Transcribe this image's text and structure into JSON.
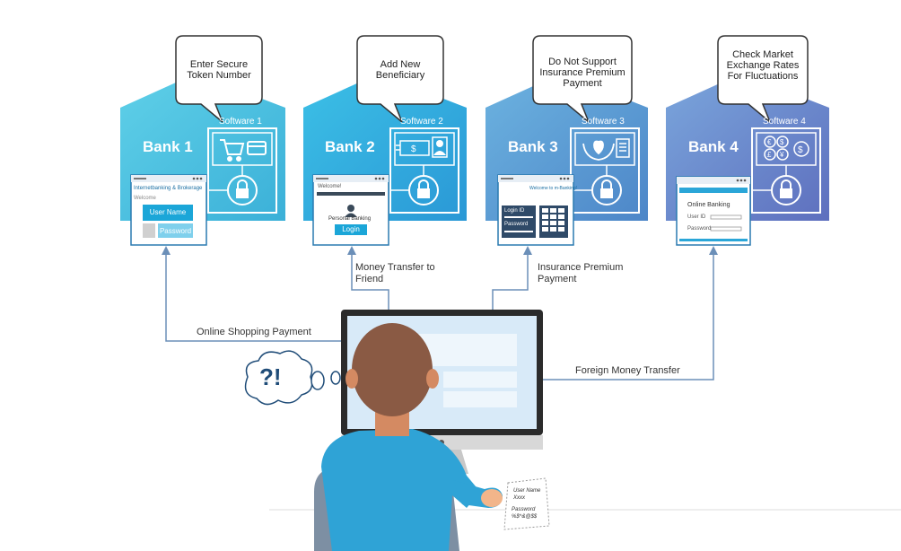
{
  "banks": [
    {
      "name": "Bank 1",
      "software": "Software 1",
      "bubble": "Enter Secure Token Number",
      "color": "#5cc4e0"
    },
    {
      "name": "Bank 2",
      "software": "Software 2",
      "bubble": "Add New Beneficiary",
      "color": "#3aaee0"
    },
    {
      "name": "Bank 3",
      "software": "Software 3",
      "bubble": "Do Not Support Insurance Premium Payment",
      "color": "#5ea1d4"
    },
    {
      "name": "Bank 4",
      "software": "Software 4",
      "bubble": "Check Market Exchange Rates For Fluctuations",
      "color": "#6f8fd0"
    }
  ],
  "login_screens": {
    "bank1": {
      "title": "Internetbanking & Brokerage",
      "welcome": "Welcome",
      "user": "User Name",
      "password": "Password"
    },
    "bank2": {
      "welcome": "Welcome!",
      "title": "Personal Banking",
      "button": "Login"
    },
    "bank3": {
      "welcome": "Welcome to m-Banking!",
      "login_id": "Login ID",
      "password": "Password"
    },
    "bank4": {
      "title": "Online Banking",
      "user": "User ID",
      "password": "Password"
    }
  },
  "connections": {
    "c1": "Online Shopping Payment",
    "c2": "Money Transfer to Friend",
    "c3": "Insurance Premium Payment",
    "c4": "Foreign Money Transfer"
  },
  "thought": "?!",
  "note": {
    "user_label": "User Name",
    "user_value": "Xxxx",
    "pass_label": "Password",
    "pass_value": "%$^&@$$"
  }
}
